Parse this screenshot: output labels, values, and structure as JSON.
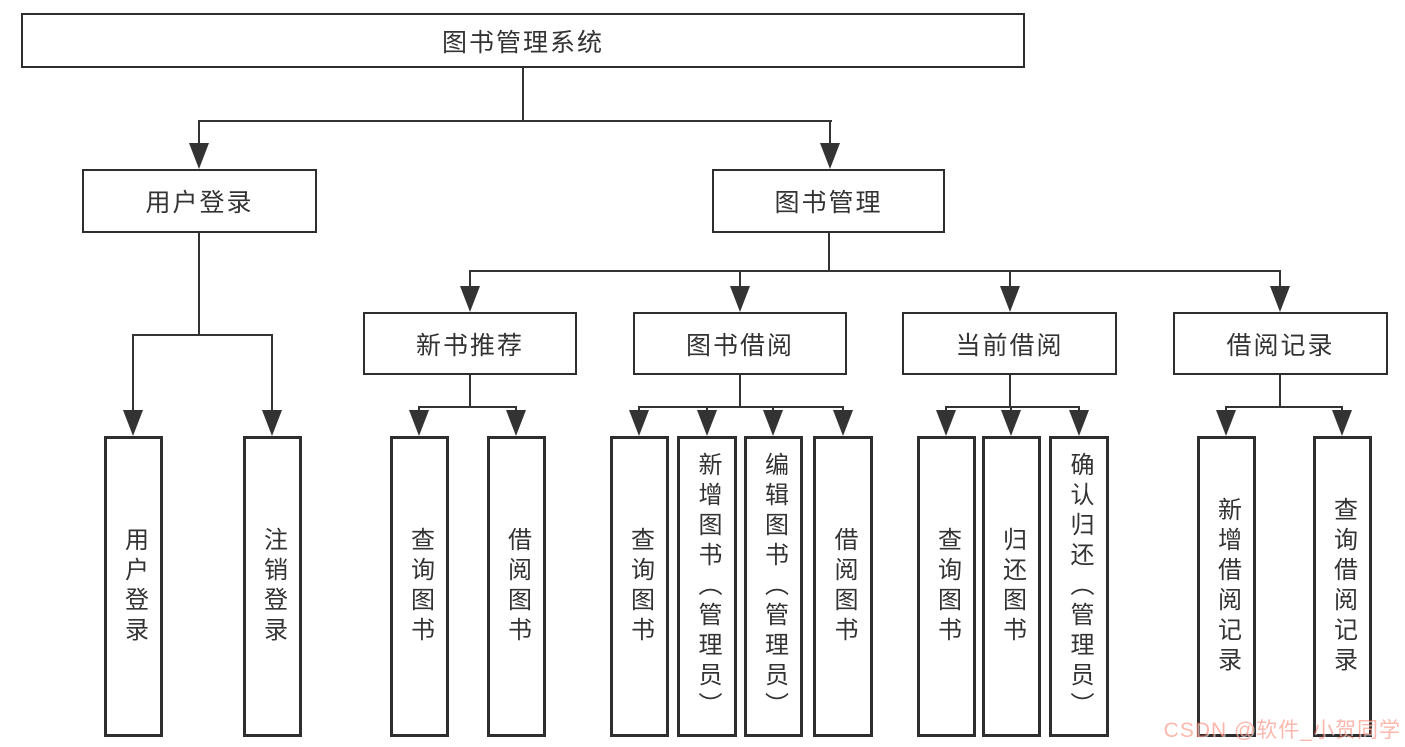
{
  "diagram": {
    "title": "图书管理系统",
    "root": "图书管理系统",
    "level2": {
      "user_login": "用户登录",
      "book_mgmt": "图书管理"
    },
    "level3": {
      "new_book_rec": "新书推荐",
      "book_borrow": "图书借阅",
      "current_borrow": "当前借阅",
      "borrow_record": "借阅记录"
    },
    "leaves": {
      "login_group": [
        "用户登录",
        "注销登录"
      ],
      "rec_group": [
        "查询图书",
        "借阅图书"
      ],
      "borrow_group": [
        "查询图书",
        "新增图书（管理员）",
        "编辑图书（管理员）",
        "借阅图书"
      ],
      "current_group": [
        "查询图书",
        "归还图书",
        "确认归还（管理员）"
      ],
      "record_group": [
        "新增借阅记录",
        "查询借阅记录"
      ]
    }
  },
  "watermark": {
    "text": "CSDN @软件_小贺同学",
    "color": "#fa5f46"
  },
  "colors": {
    "line": "#333333",
    "box_border": "#2e2e2e",
    "text": "#333333",
    "background": "#ffffff"
  }
}
